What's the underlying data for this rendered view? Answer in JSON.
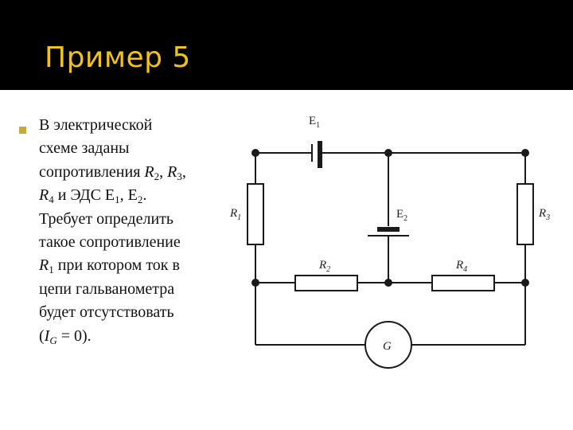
{
  "header": {
    "title": "Пример 5"
  },
  "text": {
    "l1": "В электрической",
    "l2": "схеме заданы",
    "l3a": "сопротивления ",
    "r": "R",
    "s2": "2",
    "comma_sp": ", ",
    "s3": "3",
    "comma": ",",
    "s4": "4",
    "l4b": " и ЭДС Е",
    "s1": "1",
    "e_sep": ", Е",
    "dot": ".",
    "l5": "Требует определить",
    "l6": "такое сопротивление",
    "l7b": " при котором ток в",
    "l8": "цепи гальванометра",
    "l9": "будет отсутствовать",
    "l10a": "(",
    "i": "I",
    "sg": "G",
    "l10c": " = 0)."
  },
  "circuit": {
    "e1": {
      "base": "E",
      "sub": "1"
    },
    "e2": {
      "base": "E",
      "sub": "2"
    },
    "r1": {
      "base": "R",
      "sub": "1"
    },
    "r2": {
      "base": "R",
      "sub": "2"
    },
    "r3": {
      "base": "R",
      "sub": "3"
    },
    "r4": {
      "base": "R",
      "sub": "4"
    },
    "g": "G"
  }
}
